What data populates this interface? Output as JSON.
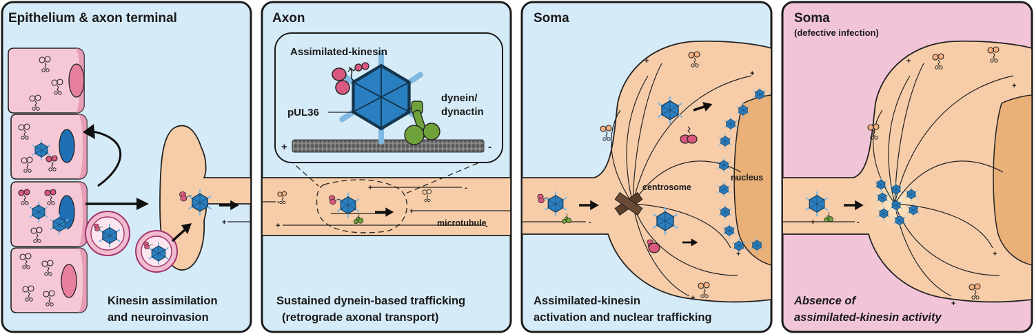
{
  "panels": [
    {
      "title": "Epithelium & axon terminal",
      "subtitle": "",
      "caption": [
        "Kinesin assimilation",
        "and neuroinvasion"
      ]
    },
    {
      "title": "Axon",
      "subtitle": "",
      "caption": [
        "Sustained dynein-based trafficking",
        "(retrograde axonal transport)"
      ]
    },
    {
      "title": "Soma",
      "subtitle": "",
      "caption": [
        "Assimilated-kinesin",
        "activation and nuclear trafficking"
      ]
    },
    {
      "title": "Soma",
      "subtitle": "(defective infection)",
      "caption": [
        "Absence of",
        "assimilated-kinesin activity"
      ]
    }
  ],
  "labels": {
    "assimilated_kinesin": "Assimilated-kinesin",
    "dynein_line1": "dynein/",
    "dynein_line2": "dynactin",
    "pul36": "pUL36",
    "microtubule": "microtubule",
    "centrosome": "centrosome",
    "nucleus": "nucleus",
    "plus": "+",
    "minus": "-"
  },
  "colors": {
    "panel_blue": "#d6ebf8",
    "panel_pink": "#f2c4d8",
    "cell_pink": "#f6c8d6",
    "neuron": "#f7cda9",
    "nucleus": "#e9b078",
    "capsid": "#2a7fc0",
    "kinesin": "#d9587f",
    "dynein": "#6fa23b"
  }
}
